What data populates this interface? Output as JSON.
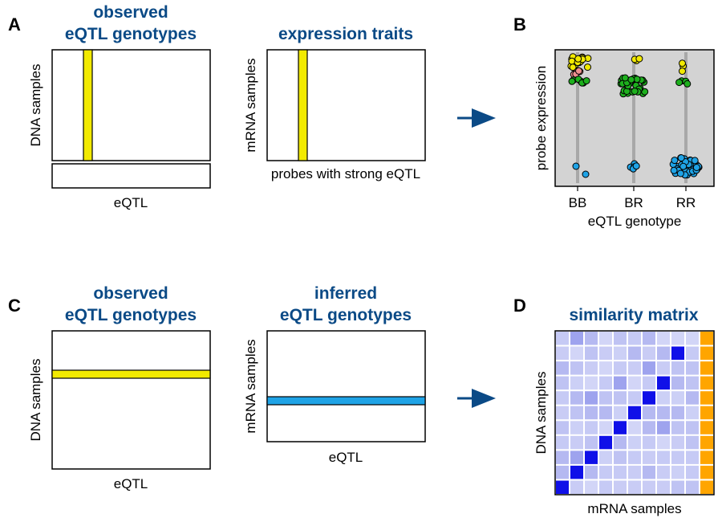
{
  "colors": {
    "title": "#0b4a86",
    "yellow": "#f2ea00",
    "blue": "#1fa3e6",
    "green": "#1db01d",
    "pink": "#ee8f8f",
    "orange": "#ffa500",
    "plot_bg": "#d3d3d3",
    "diag": "#1010e8",
    "arrow": "#0b4a86"
  },
  "panels": {
    "A": {
      "letter": "A",
      "left": {
        "title_line1": "observed",
        "title_line2": "eQTL genotypes",
        "ylabel": "DNA samples",
        "xlabel": "eQTL"
      },
      "right": {
        "title": "expression traits",
        "ylabel": "mRNA samples",
        "xlabel": "probes with strong eQTL"
      }
    },
    "B": {
      "letter": "B",
      "ylabel": "probe expression",
      "xlabel": "eQTL genotype",
      "categories": [
        "BB",
        "BR",
        "RR"
      ]
    },
    "C": {
      "letter": "C",
      "left": {
        "title_line1": "observed",
        "title_line2": "eQTL genotypes",
        "ylabel": "DNA samples",
        "xlabel": "eQTL"
      },
      "right": {
        "title_line1": "inferred",
        "title_line2": "eQTL genotypes",
        "ylabel": "mRNA samples",
        "xlabel": "eQTL"
      }
    },
    "D": {
      "letter": "D",
      "title": "similarity matrix",
      "ylabel": "DNA samples",
      "xlabel": "mRNA samples",
      "grid_rows": 10,
      "grid_cols": 10,
      "dark_cells": [
        [
          1,
          8
        ],
        [
          3,
          7
        ],
        [
          4,
          6
        ],
        [
          5,
          5
        ],
        [
          6,
          4
        ],
        [
          7,
          3
        ],
        [
          8,
          2
        ],
        [
          9,
          1
        ],
        [
          10,
          0
        ]
      ],
      "mid_cells": [
        [
          0,
          1
        ],
        [
          3,
          4
        ],
        [
          8,
          1
        ],
        [
          6,
          7
        ],
        [
          2,
          6
        ],
        [
          4,
          2
        ]
      ]
    }
  }
}
